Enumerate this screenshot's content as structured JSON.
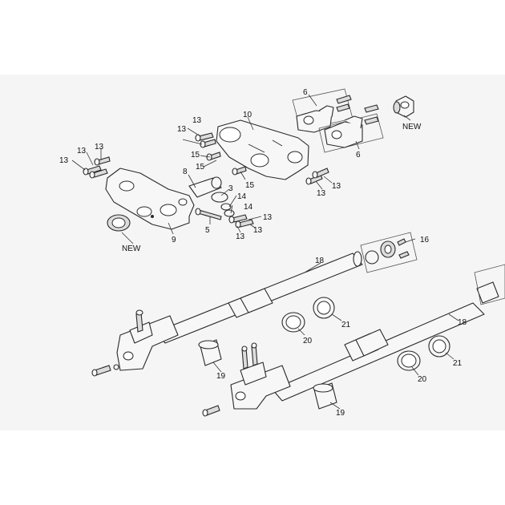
{
  "labels": {
    "l6a": "6",
    "l6b": "6",
    "l10": "10",
    "l13a": "13",
    "l13b": "13",
    "l13c": "13",
    "l13d": "13",
    "l13e": "13",
    "l13f": "13",
    "l13g": "13",
    "l13h": "13",
    "l13i": "13",
    "l15a": "15",
    "l15b": "15",
    "l15c": "15",
    "l8": "8",
    "l3": "3",
    "l14a": "14",
    "l14b": "14",
    "l5": "5",
    "l9": "9",
    "l16": "16",
    "l18a": "18",
    "l18b": "18",
    "l20a": "20",
    "l20b": "20",
    "l21a": "21",
    "l21b": "21",
    "l19a": "19",
    "l19b": "19",
    "newA": "NEW",
    "newB": "NEW"
  }
}
